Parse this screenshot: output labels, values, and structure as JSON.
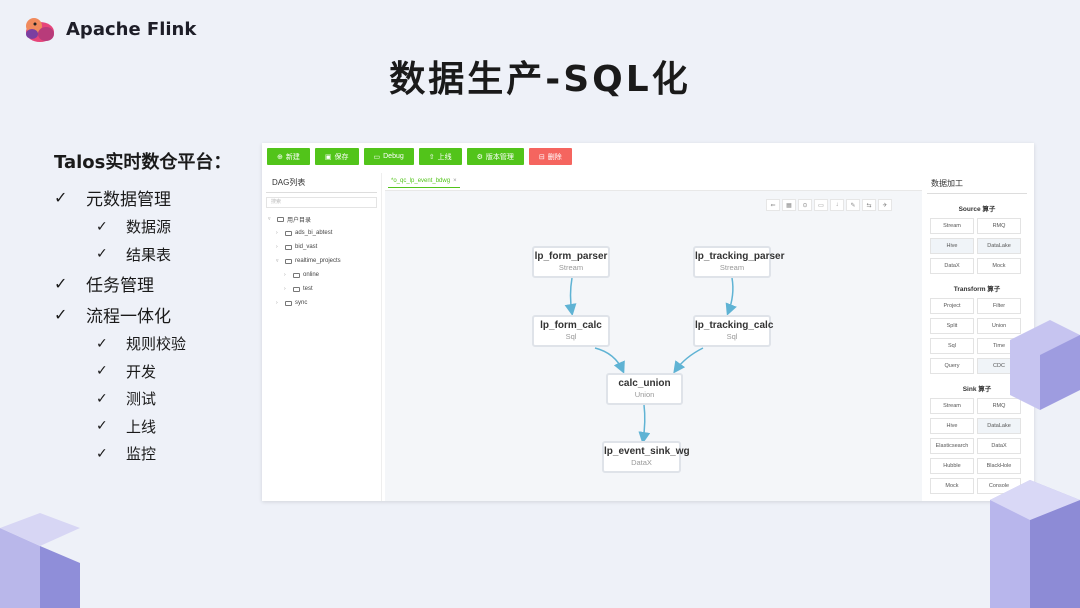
{
  "brand": {
    "name": "Apache Flink"
  },
  "slide": {
    "title": "数据生产-SQL化"
  },
  "left_list": {
    "heading": "Talos实时数仓平台：",
    "check_glyph": "✓",
    "items": [
      {
        "label": "元数据管理"
      },
      {
        "label": "数据源"
      },
      {
        "label": "结果表"
      },
      {
        "label": "任务管理"
      },
      {
        "label": "流程一体化"
      },
      {
        "label": "规则校验"
      },
      {
        "label": "开发"
      },
      {
        "label": "测试"
      },
      {
        "label": "上线"
      },
      {
        "label": "监控"
      }
    ]
  },
  "toolbar": {
    "buttons": [
      {
        "icon": "⊕",
        "label": "新建"
      },
      {
        "icon": "▣",
        "label": "保存"
      },
      {
        "icon": "▭",
        "label": "Debug"
      },
      {
        "icon": "⇧",
        "label": "上线"
      },
      {
        "icon": "⚙",
        "label": "版本管理"
      },
      {
        "icon": "⊟",
        "label": "删除"
      }
    ]
  },
  "dag_list": {
    "title": "DAG列表",
    "search_placeholder": "搜索",
    "tree": [
      {
        "label": "用户目录"
      },
      {
        "label": "ads_bi_abtest"
      },
      {
        "label": "bid_vast"
      },
      {
        "label": "realtime_projects"
      },
      {
        "label": "online"
      },
      {
        "label": "test"
      },
      {
        "label": "sync"
      }
    ]
  },
  "editor": {
    "tab_label": "*o_qc_lp_event_bdwg",
    "tab_close": "×",
    "tools": [
      "⇐",
      "▦",
      "⊙",
      "▭",
      "↓",
      "✎",
      "⇆",
      "✈"
    ]
  },
  "nodes": [
    {
      "name": "lp_form_parser",
      "type": "Stream"
    },
    {
      "name": "lp_tracking_parser",
      "type": "Stream"
    },
    {
      "name": "lp_form_calc",
      "type": "Sql"
    },
    {
      "name": "lp_tracking_calc",
      "type": "Sql"
    },
    {
      "name": "calc_union",
      "type": "Union"
    },
    {
      "name": "lp_event_sink_wg",
      "type": "DataX"
    }
  ],
  "colors": {
    "primary_green": "#52c41a",
    "danger": "#f5655f",
    "edge": "#5fb3d4"
  },
  "operators": {
    "title": "数据加工",
    "source": {
      "title": "Source 算子",
      "items": [
        "Stream",
        "RMQ",
        "Hive",
        "DataLake",
        "DataX",
        "Mock"
      ]
    },
    "transform": {
      "title": "Transform 算子",
      "items": [
        "Project",
        "Filter",
        "Split",
        "Union",
        "Sql",
        "Time",
        "Query",
        "CDC"
      ]
    },
    "sink": {
      "title": "Sink 算子",
      "items": [
        "Stream",
        "RMQ",
        "Hive",
        "DataLake",
        "Elasticsearch",
        "DataX",
        "Hubble",
        "BlackHole",
        "Mock",
        "Console"
      ]
    }
  }
}
